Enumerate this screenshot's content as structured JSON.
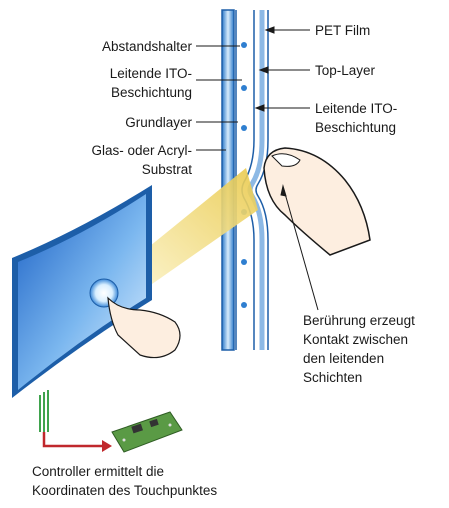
{
  "labels": {
    "spacer": "Abstandshalter",
    "ito_left_1": "Leitende ITO-",
    "ito_left_2": "Beschichtung",
    "base_layer": "Grundlayer",
    "substrate_1": "Glas- oder Acryl-",
    "substrate_2": "Substrat",
    "pet_film": "PET Film",
    "top_layer": "Top-Layer",
    "ito_right_1": "Leitende ITO-",
    "ito_right_2": "Beschichtung",
    "touch_1": "Berührung erzeugt",
    "touch_2": "Kontakt zwischen",
    "touch_3": "den leitenden",
    "touch_4": "Schichten",
    "controller_1": "Controller ermittelt die",
    "controller_2": "Koordinaten des Touchpunktes"
  },
  "colors": {
    "layer_blue": "#2f7fd0",
    "layer_light": "#cfe6fa",
    "screen_dark": "#1f6fd0",
    "screen_light": "#d8ecff",
    "beam": "#f6e9a0",
    "skin": "#fdeee0",
    "pcb": "#6aa84f",
    "cable": "#4caf50",
    "arrow_red": "#c0282c"
  }
}
